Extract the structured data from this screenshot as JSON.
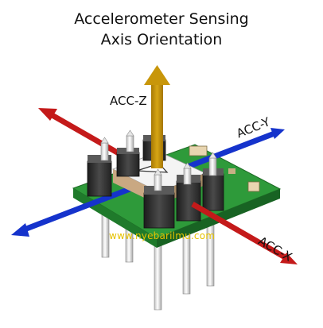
{
  "title_line1": "Accelerometer Sensing",
  "title_line2": "Axis Orientation",
  "axes": {
    "z": {
      "label": "ACC-Z",
      "color": "#c8960a"
    },
    "y": {
      "label": "ACC-Y",
      "color": "#1533cc"
    },
    "x": {
      "label": "ACC-X",
      "color": "#c41a1a"
    }
  },
  "watermark": "www.nyebarilmu.com",
  "board_color": "#2e9a3a"
}
